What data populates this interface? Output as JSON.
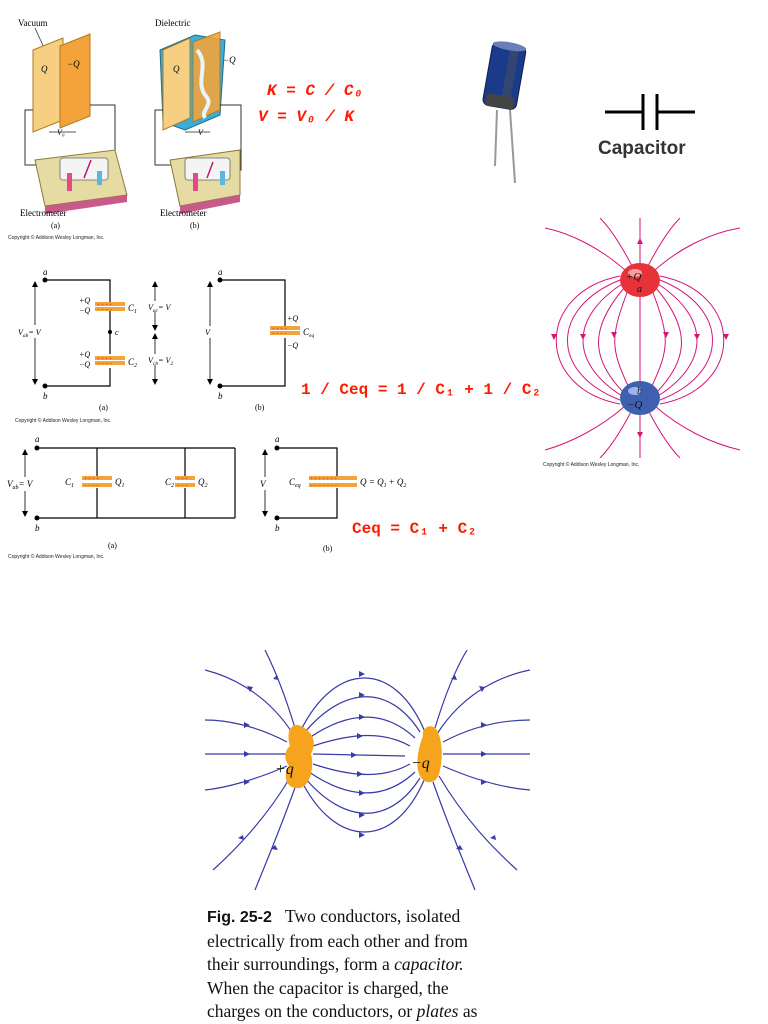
{
  "electrometer_figure": {
    "label_vacuum": "Vacuum",
    "label_dielectric": "Dielectric",
    "plate_pos": "Q",
    "plate_neg": "−Q",
    "voltage_a": "V₀",
    "voltage_b": "V",
    "meter_name": "Electrometer",
    "sub_a": "(a)",
    "sub_b": "(b)",
    "copyright": "Copyright © Addison Wesley Longman, Inc."
  },
  "formulas": {
    "dielectric_k": "K = C / C₀",
    "dielectric_v": "V = V₀ / K",
    "series": "1 / Ceq = 1 / C₁ + 1 / C₂",
    "parallel": "Ceq = C₁ + C₂"
  },
  "capacitor_symbol": {
    "label": "Capacitor"
  },
  "field_figure": {
    "pos_charge": "+Q",
    "pos_node": "a",
    "neg_node": "b",
    "neg_charge": "−Q",
    "copyright": "Copyright © Addison Wesley Longman, Inc."
  },
  "series_figure": {
    "node_a": "a",
    "node_b": "b",
    "node_c": "c",
    "vab": "V",
    "vab_sub": "ab",
    "vac": "V",
    "vac_sub": "ac",
    "vcb": "V",
    "vcb_sub": "cb",
    "eq_v": "= V",
    "eq_v1": "= V",
    "eq_v1_sub": "1",
    "eq_v2": "= V",
    "eq_v2_sub": "2",
    "plus_q": "+Q",
    "minus_q": "−Q",
    "c1": "C",
    "c1_sub": "1",
    "c2": "C",
    "c2_sub": "2",
    "ceq": "C",
    "ceq_sub": "eq",
    "v": "V",
    "sub_a": "(a)",
    "sub_b": "(b)",
    "copyright": "Copyright © Addison Wesley Longman, Inc."
  },
  "parallel_figure": {
    "node_a": "a",
    "node_b": "b",
    "vab": "V",
    "vab_sub": "ab",
    "eq_v": "= V",
    "c1": "C",
    "c1_sub": "1",
    "q1": "Q",
    "q1_sub": "1",
    "c2": "C",
    "c2_sub": "2",
    "q2": "Q",
    "q2_sub": "2",
    "ceq": "C",
    "ceq_sub": "eq",
    "q_total": "Q = Q",
    "q_total_sub1": "1",
    "q_total_plus": "+ Q",
    "q_total_sub2": "2",
    "v": "V",
    "sub_a": "(a)",
    "sub_b": "(b)",
    "copyright": "Copyright © Addison Wesley Longman, Inc."
  },
  "conductor_figure": {
    "pos_q": "+q",
    "neg_q": "−q",
    "caption_label": "Fig. 25-2",
    "caption_text_1": "Two conductors, isolated",
    "caption_text_2": "electrically from each other and from",
    "caption_text_3": "their surroundings, form a ",
    "caption_italic_1": "capacitor.",
    "caption_text_4": "When the capacitor is charged, the",
    "caption_text_5": "charges on the conductors, or ",
    "caption_italic_2": "plates",
    "caption_text_6": " as"
  },
  "colors": {
    "formula": "#ff1a00",
    "field_line_top": "#d6157a",
    "field_line_bottom": "#3a3aa8",
    "plate": "#f3a33a",
    "dielectric": "#3aaed8",
    "pos_charge": "#e8323a",
    "neg_charge": "#3f5fb0"
  }
}
